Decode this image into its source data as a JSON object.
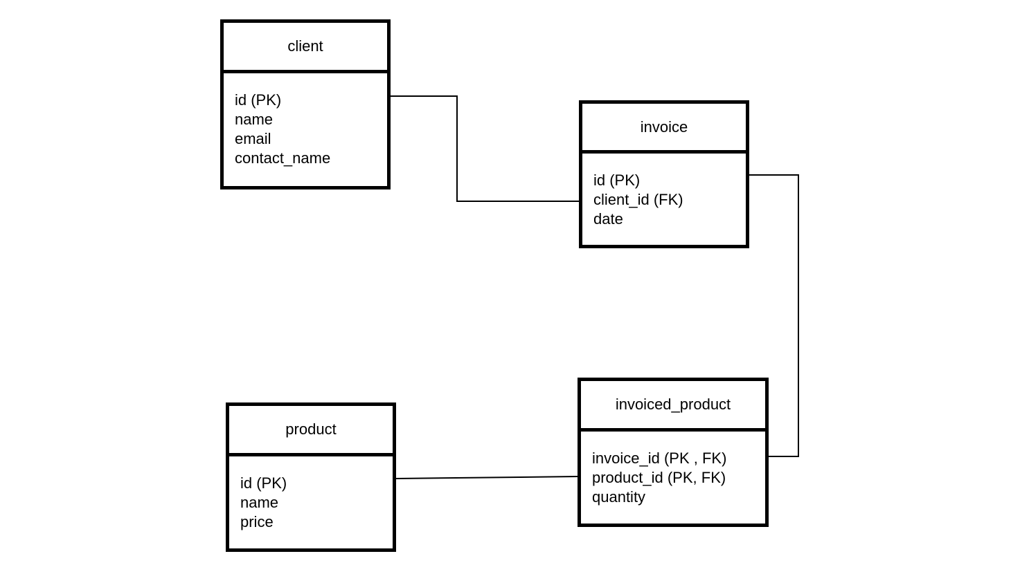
{
  "entities": {
    "client": {
      "title": "client",
      "fields": [
        "id (PK)",
        "name",
        "email",
        "contact_name"
      ]
    },
    "invoice": {
      "title": "invoice",
      "fields": [
        "id (PK)",
        "client_id (FK)",
        "date"
      ]
    },
    "invoiced_product": {
      "title": "invoiced_product",
      "fields": [
        "invoice_id (PK , FK)",
        "product_id (PK, FK)",
        "quantity"
      ]
    },
    "product": {
      "title": "product",
      "fields": [
        "id (PK)",
        "name",
        "price"
      ]
    }
  },
  "relationships": [
    {
      "from": "client",
      "to": "invoice"
    },
    {
      "from": "invoice",
      "to": "invoiced_product"
    },
    {
      "from": "product",
      "to": "invoiced_product"
    }
  ],
  "colors": {
    "line": "#000000",
    "background": "#ffffff"
  }
}
